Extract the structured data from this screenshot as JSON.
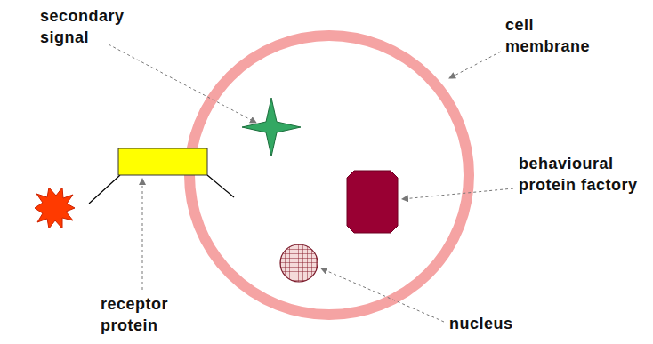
{
  "diagram": {
    "labels": [
      "secondary signal",
      "cell membrane",
      "behavioural protein factory",
      "receptor protein",
      "nucleus"
    ]
  }
}
